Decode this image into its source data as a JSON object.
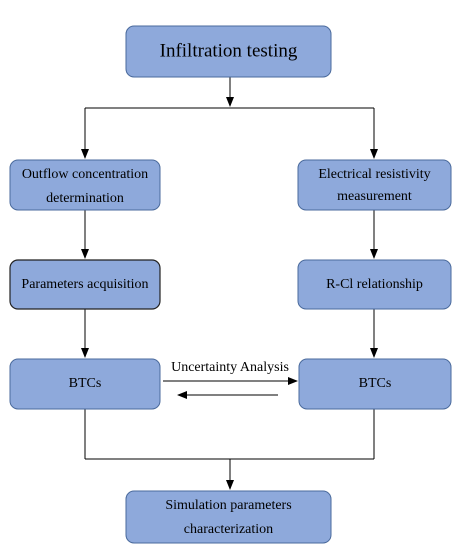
{
  "nodes": {
    "infiltration": {
      "label": "Infiltration testing"
    },
    "outflow": {
      "line1": "Outflow concentration",
      "line2": "determination"
    },
    "electrical": {
      "line1": "Electrical resistivity",
      "line2": "measurement"
    },
    "parameters": {
      "label": "Parameters acquisition"
    },
    "rcl": {
      "label": "R-Cl relationship"
    },
    "btcs_left": {
      "label": "BTCs"
    },
    "btcs_right": {
      "label": "BTCs"
    },
    "simulation": {
      "line1": "Simulation parameters",
      "line2": "characterization"
    }
  },
  "edges": {
    "uncertainty": {
      "label": "Uncertainty Analysis"
    }
  },
  "colors": {
    "box_fill": "#8EA9DB",
    "box_border": "#4A6A9C",
    "arrow": "#000000"
  }
}
